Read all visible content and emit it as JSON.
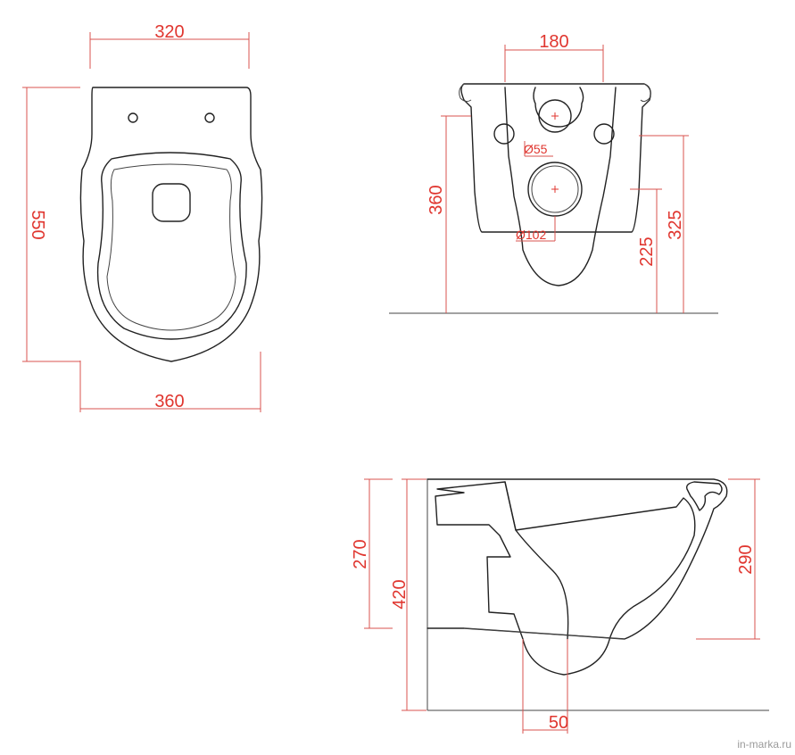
{
  "top_view": {
    "width_top": "320",
    "length": "550",
    "width_bottom": "360"
  },
  "front_view": {
    "hole_spacing": "180",
    "total_height": "360",
    "small_hole_diameter": "Ø55",
    "large_hole_diameter": "Ø102",
    "outlet_height": "225",
    "fixing_height": "325"
  },
  "side_view": {
    "inner_height": "270",
    "total_height": "420",
    "rim_height": "290",
    "outlet_offset": "50"
  },
  "watermark": "in-marka.ru",
  "colors": {
    "line": "#222222",
    "dimension": "#e0362f",
    "background": "#ffffff"
  }
}
